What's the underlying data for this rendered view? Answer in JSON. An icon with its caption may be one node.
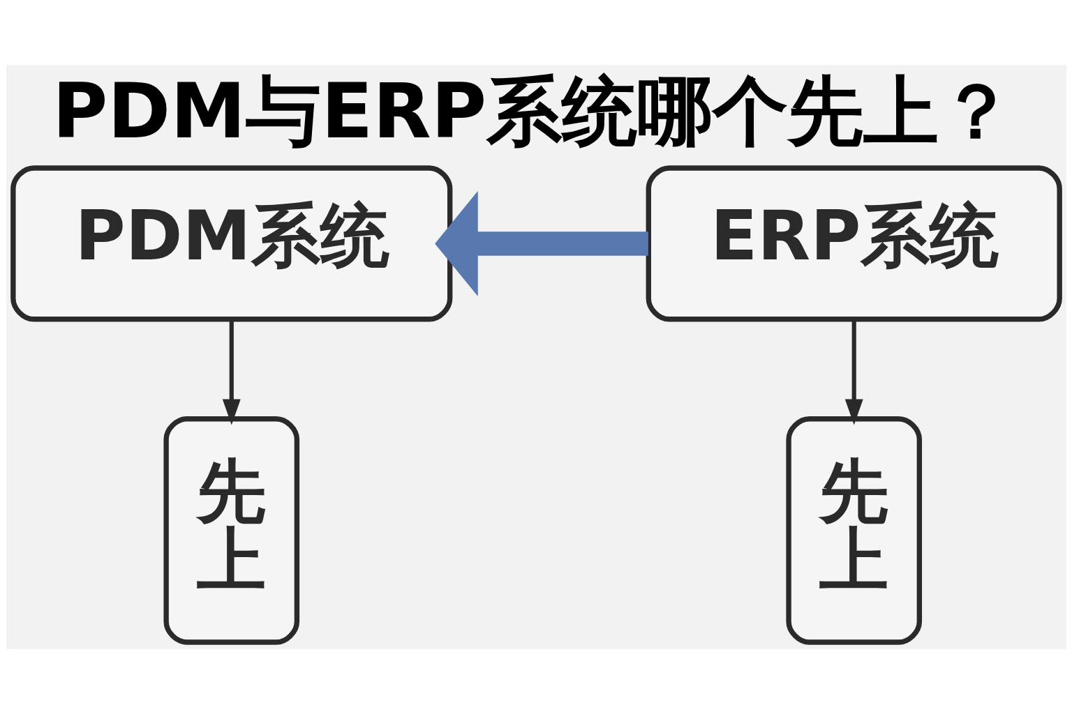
{
  "diagram": {
    "title": "PDM与ERP系统哪个先上？",
    "nodes": [
      {
        "text": [
          "PDM系统"
        ]
      },
      {
        "text": [
          "ERP系统"
        ]
      },
      {
        "text": [
          "先上"
        ]
      },
      {
        "text": [
          "先上"
        ]
      }
    ],
    "edges": [
      {
        "from": 1,
        "to": 0,
        "arrow": "to",
        "style": "thick",
        "color": "#5a78b0"
      },
      {
        "from": 0,
        "to": 2,
        "arrow": "to"
      },
      {
        "from": 1,
        "to": 3,
        "arrow": "to"
      }
    ]
  }
}
